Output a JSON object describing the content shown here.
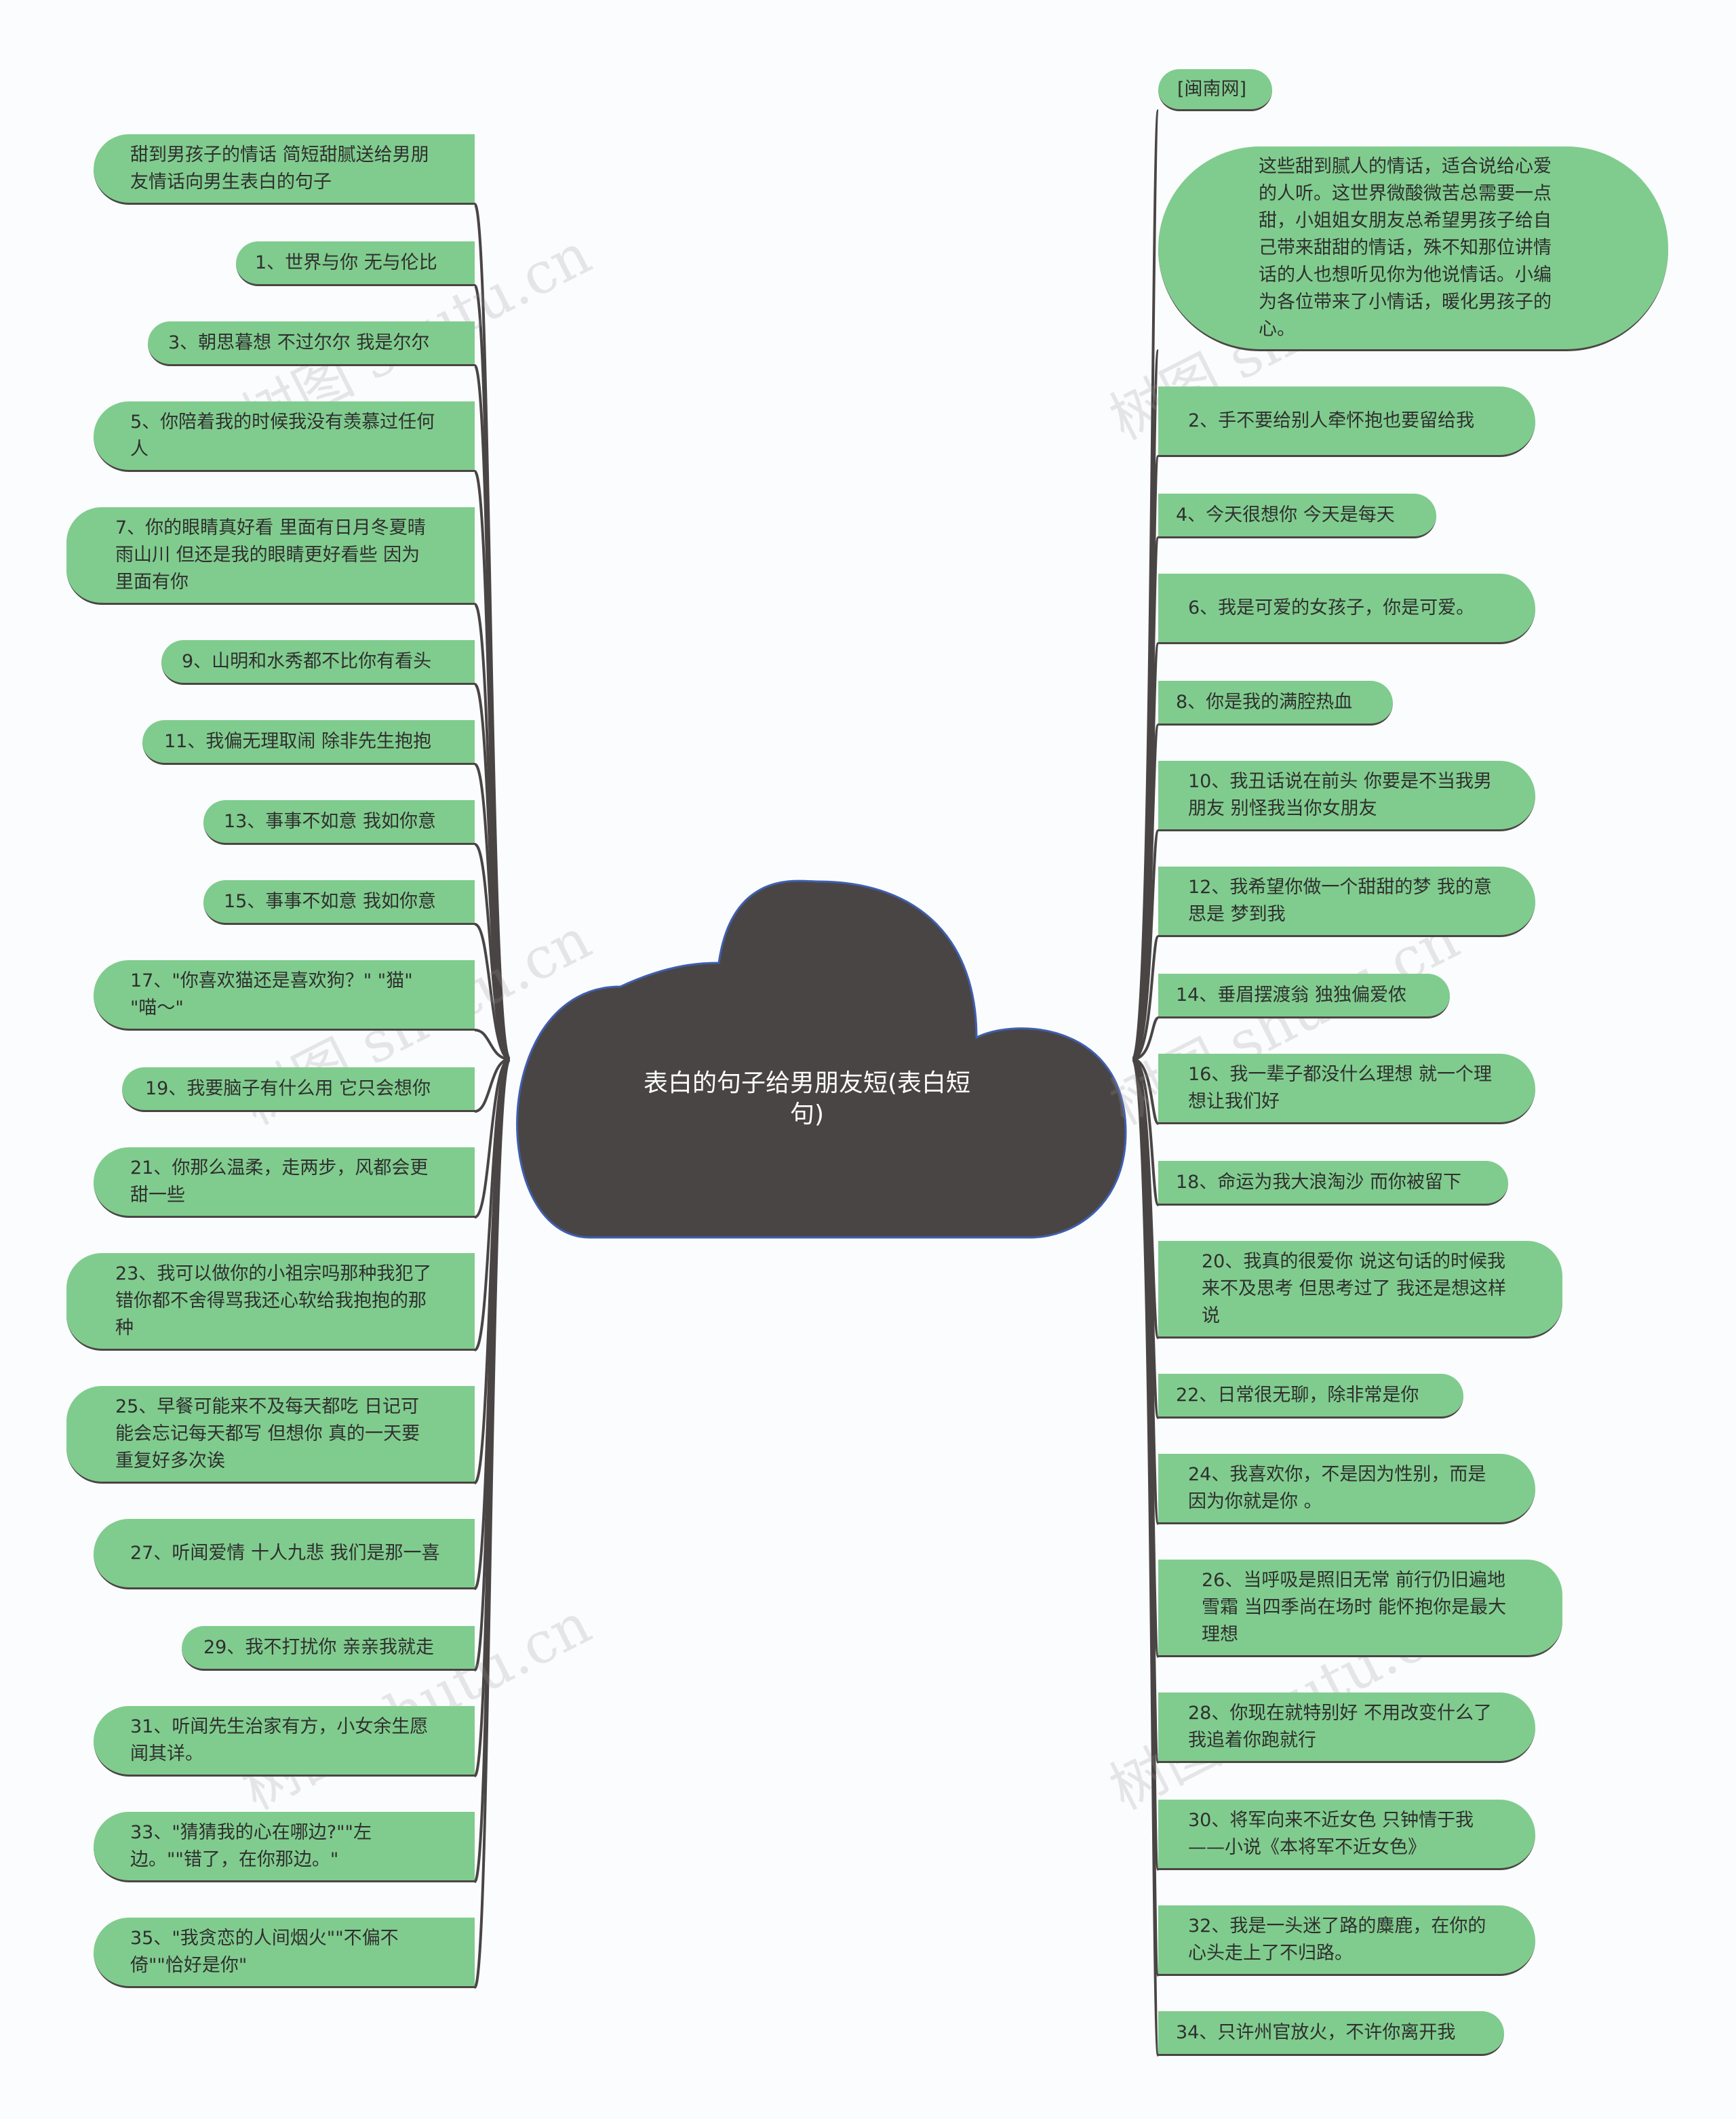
{
  "center": {
    "text": "表白的句子给男朋友短(表白短句)"
  },
  "watermark": "树图 shutu.cn",
  "colors": {
    "node_fill": "#80cc8e",
    "cloud_fill": "#4a4545",
    "link": "#4a4545"
  },
  "right": [
    {
      "text": "[闽南网]"
    },
    {
      "text": "这些甜到腻人的情话，适合说给心爱的人听。这世界微酸微苦总需要一点甜，小姐姐女朋友总希望男孩子给自己带来甜甜的情话，殊不知那位讲情话的人也想听见你为他说情话。小编为各位带来了小情话，暖化男孩子的心。"
    },
    {
      "text": "2、手不要给别人牵怀抱也要留给我"
    },
    {
      "text": "4、今天很想你 今天是每天"
    },
    {
      "text": "6、我是可爱的女孩子，你是可爱。"
    },
    {
      "text": "8、你是我的满腔热血"
    },
    {
      "text": "10、我丑话说在前头 你要是不当我男朋友 别怪我当你女朋友"
    },
    {
      "text": "12、我希望你做一个甜甜的梦 我的意思是 梦到我"
    },
    {
      "text": "14、垂眉摆渡翁 独独偏爱侬"
    },
    {
      "text": "16、我一辈子都没什么理想 就一个理想让我们好"
    },
    {
      "text": "18、命运为我大浪淘沙 而你被留下"
    },
    {
      "text": "20、我真的很爱你 说这句话的时候我来不及思考 但思考过了 我还是想这样说"
    },
    {
      "text": "22、日常很无聊，除非常是你"
    },
    {
      "text": "24、我喜欢你，不是因为性别，而是因为你就是你 。"
    },
    {
      "text": "26、当呼吸是照旧无常 前行仍旧遍地雪霜 当四季尚在场时 能怀抱你是最大理想"
    },
    {
      "text": "28、你现在就特别好 不用改变什么了 我追着你跑就行"
    },
    {
      "text": "30、将军向来不近女色 只钟情于我——小说《本将军不近女色》"
    },
    {
      "text": "32、我是一头迷了路的麋鹿，在你的心头走上了不归路。"
    },
    {
      "text": "34、只许州官放火，不许你离开我"
    }
  ],
  "left": [
    {
      "text": "甜到男孩子的情话 简短甜腻送给男朋友情话向男生表白的句子"
    },
    {
      "text": "1、世界与你 无与伦比"
    },
    {
      "text": "3、朝思暮想 不过尔尔 我是尔尔"
    },
    {
      "text": "5、你陪着我的时候我没有羡慕过任何人"
    },
    {
      "text": "7、你的眼睛真好看 里面有日月冬夏晴雨山川 但还是我的眼睛更好看些 因为里面有你"
    },
    {
      "text": "9、山明和水秀都不比你有看头"
    },
    {
      "text": "11、我偏无理取闹 除非先生抱抱"
    },
    {
      "text": "13、事事不如意 我如你意"
    },
    {
      "text": "15、事事不如意 我如你意"
    },
    {
      "text": "17、\"你喜欢猫还是喜欢狗？\" \"猫\" \"喵～\""
    },
    {
      "text": "19、我要脑子有什么用 它只会想你"
    },
    {
      "text": "21、你那么温柔，走两步，风都会更甜一些"
    },
    {
      "text": "23、我可以做你的小祖宗吗那种我犯了错你都不舍得骂我还心软给我抱抱的那种"
    },
    {
      "text": "25、早餐可能来不及每天都吃 日记可能会忘记每天都写 但想你 真的一天要重复好多次诶"
    },
    {
      "text": "27、听闻爱情 十人九悲 我们是那一喜"
    },
    {
      "text": "29、我不打扰你 亲亲我就走"
    },
    {
      "text": "31、听闻先生治家有方，小女余生愿闻其详。"
    },
    {
      "text": "33、\"猜猜我的心在哪边?\"\"左边。\"\"错了，在你那边。\""
    },
    {
      "text": "35、\"我贪恋的人间烟火\"\"不偏不倚\"\"恰好是你\""
    }
  ]
}
